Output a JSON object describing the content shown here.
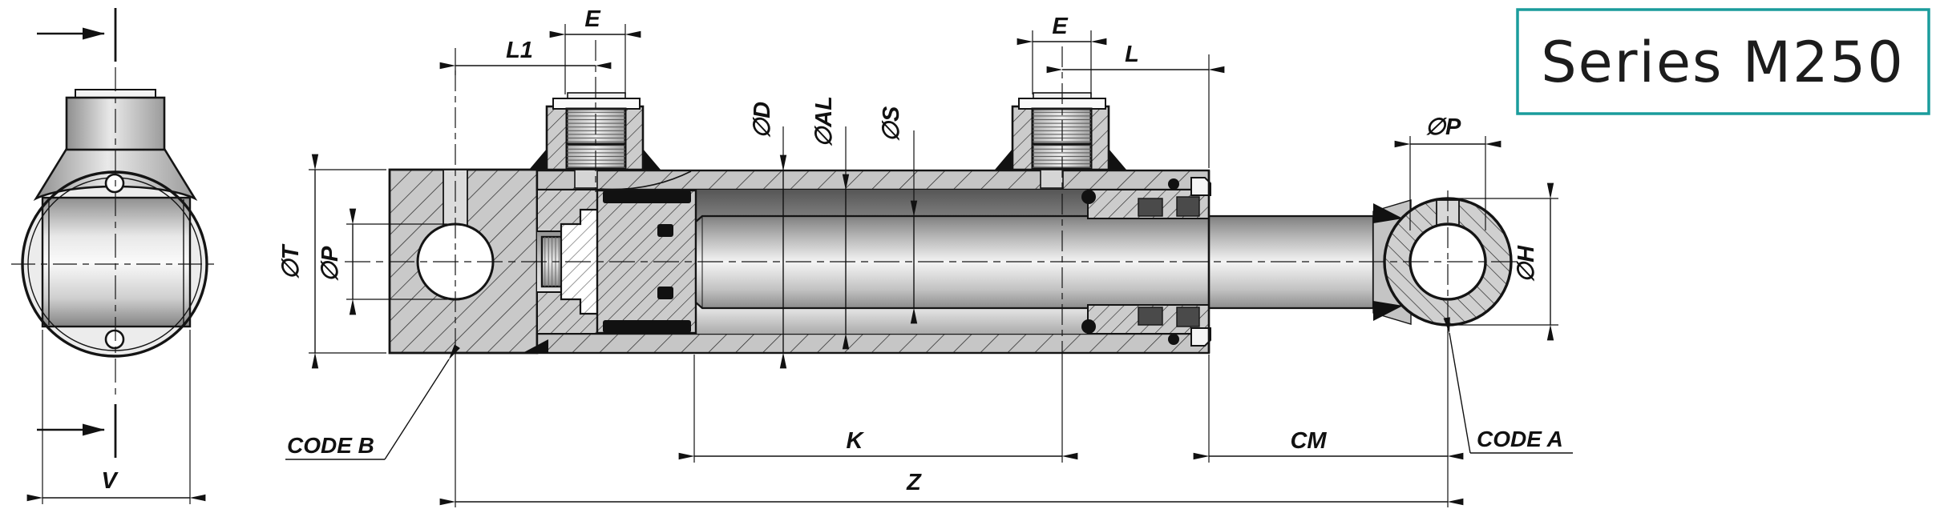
{
  "title": {
    "text": "Series M250"
  },
  "accent_color": "#1a9c9c",
  "dimensions": {
    "port1_e": "E",
    "port1_l1": "L1",
    "port2_e": "E",
    "port2_l": "L",
    "dia_d": "∅D",
    "dia_al": "∅AL",
    "dia_s": "∅S",
    "dia_t": "∅T",
    "dia_p_left": "∅P",
    "dia_p_right": "∅P",
    "dia_h": "∅H",
    "k": "K",
    "cm": "CM",
    "z": "Z",
    "v": "V"
  },
  "callouts": {
    "code_a": "CODE A",
    "code_b": "CODE B"
  }
}
